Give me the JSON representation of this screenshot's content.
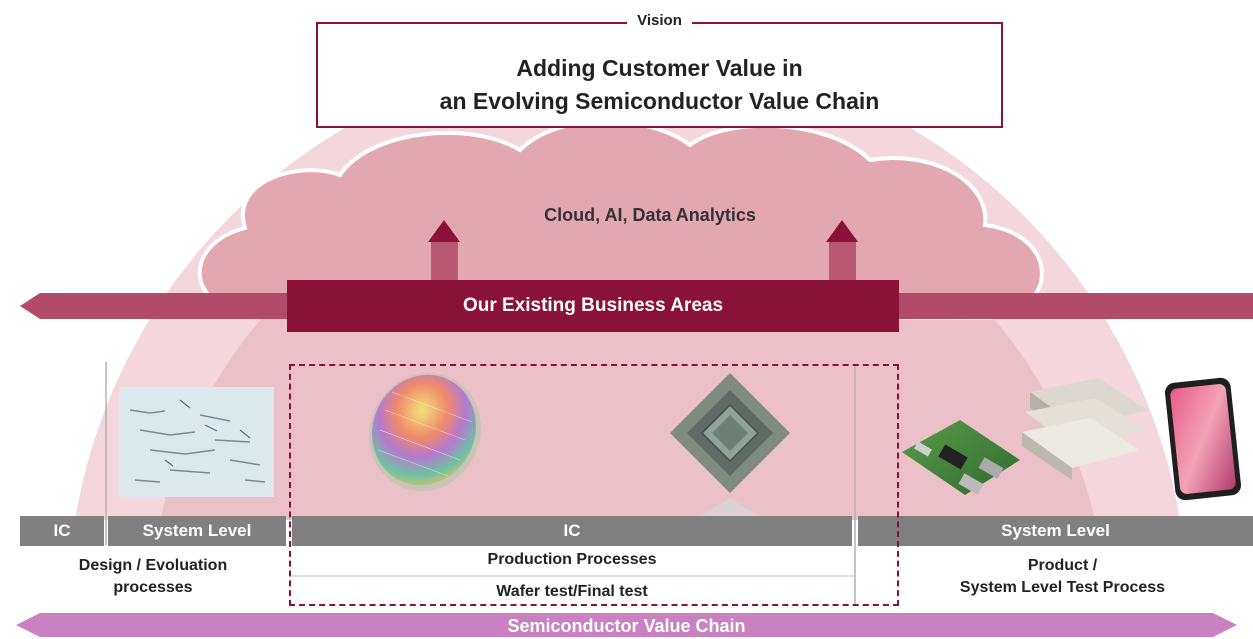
{
  "vision": {
    "label": "Vision",
    "title_line1": "Adding Customer Value in",
    "title_line2": "an Evolving Semiconductor Value Chain"
  },
  "cloud": {
    "text": "Cloud, AI, Data Analytics"
  },
  "business": {
    "label": "Our Existing Business Areas"
  },
  "categories": {
    "ic_design": "IC",
    "system_level_design": "System Level",
    "ic_production": "IC",
    "system_level_product": "System Level"
  },
  "processes": {
    "design_line1": "Design / Evoluation",
    "design_line2": "processes",
    "production": "Production  Processes",
    "wafer_test": "Wafer test/Final test",
    "product_line1": "Product /",
    "product_line2": "System Level Test Process"
  },
  "value_chain": {
    "label": "Semiconductor Value Chain"
  },
  "colors": {
    "brand": "#8a1238",
    "arc": "#e7b3bd",
    "cloud_fill": "#e3a7b2",
    "gray_bar": "#808080",
    "value_chain": "#c981c1"
  }
}
